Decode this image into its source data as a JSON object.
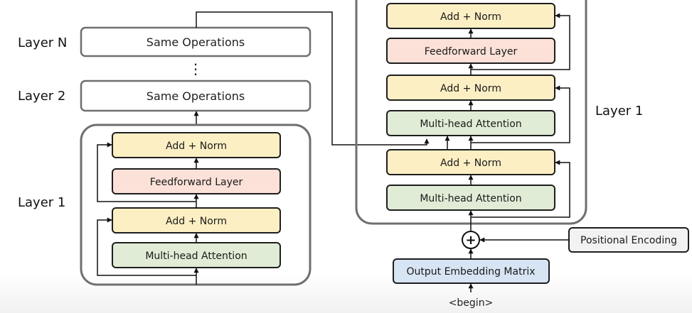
{
  "left_stack": {
    "layer_n_label": "Layer N",
    "layer_2_label": "Layer 2",
    "layer_1_label": "Layer 1",
    "same_ops_n": "Same Operations",
    "same_ops_2": "Same Operations",
    "ellipsis": "⋮",
    "add_norm_top": "Add + Norm",
    "feedforward": "Feedforward Layer",
    "add_norm_bottom": "Add + Norm",
    "attention": "Multi-head Attention"
  },
  "right_stack": {
    "layer_label": "Layer 1",
    "add_norm_1": "Add + Norm",
    "feedforward": "Feedforward Layer",
    "add_norm_2": "Add + Norm",
    "attention_cross": "Multi-head Attention",
    "add_norm_3": "Add + Norm",
    "attention_self": "Multi-head Attention"
  },
  "input_section": {
    "plus_symbol": "+",
    "positional_encoding": "Positional Encoding",
    "output_embedding": "Output Embedding Matrix",
    "begin_token": "<begin>"
  },
  "colors": {
    "add_norm": "#fdefc4",
    "feedforward": "#fbe1d8",
    "attention": "#e0ecd6",
    "embedding": "#d7e4f3",
    "positional": "#f2f2f2"
  }
}
